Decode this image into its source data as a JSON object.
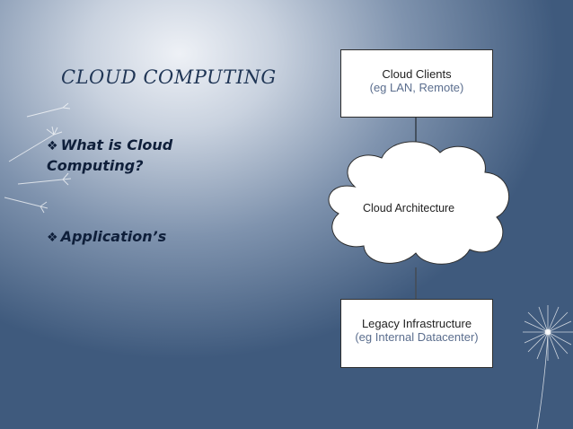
{
  "slide": {
    "title": "CLOUD COMPUTING",
    "bullets": [
      {
        "text": "What is Cloud Computing?"
      },
      {
        "text": "Application’s"
      }
    ],
    "bullet_marker_icon": "diamond-bullet-icon"
  },
  "diagram": {
    "top_box": {
      "line1": "Cloud Clients",
      "line2": "(eg LAN, Remote)"
    },
    "cloud": {
      "label": "Cloud Architecture"
    },
    "bottom_box": {
      "line1": "Legacy Infrastructure",
      "line2": "(eg Internal Datacenter)"
    }
  },
  "colors": {
    "background_center": "#eef1f6",
    "background_edge": "#3f5a7d",
    "title": "#1f3555",
    "bullet_text": "#0f1f3a",
    "box_secondary_text": "#5b6e8e"
  }
}
